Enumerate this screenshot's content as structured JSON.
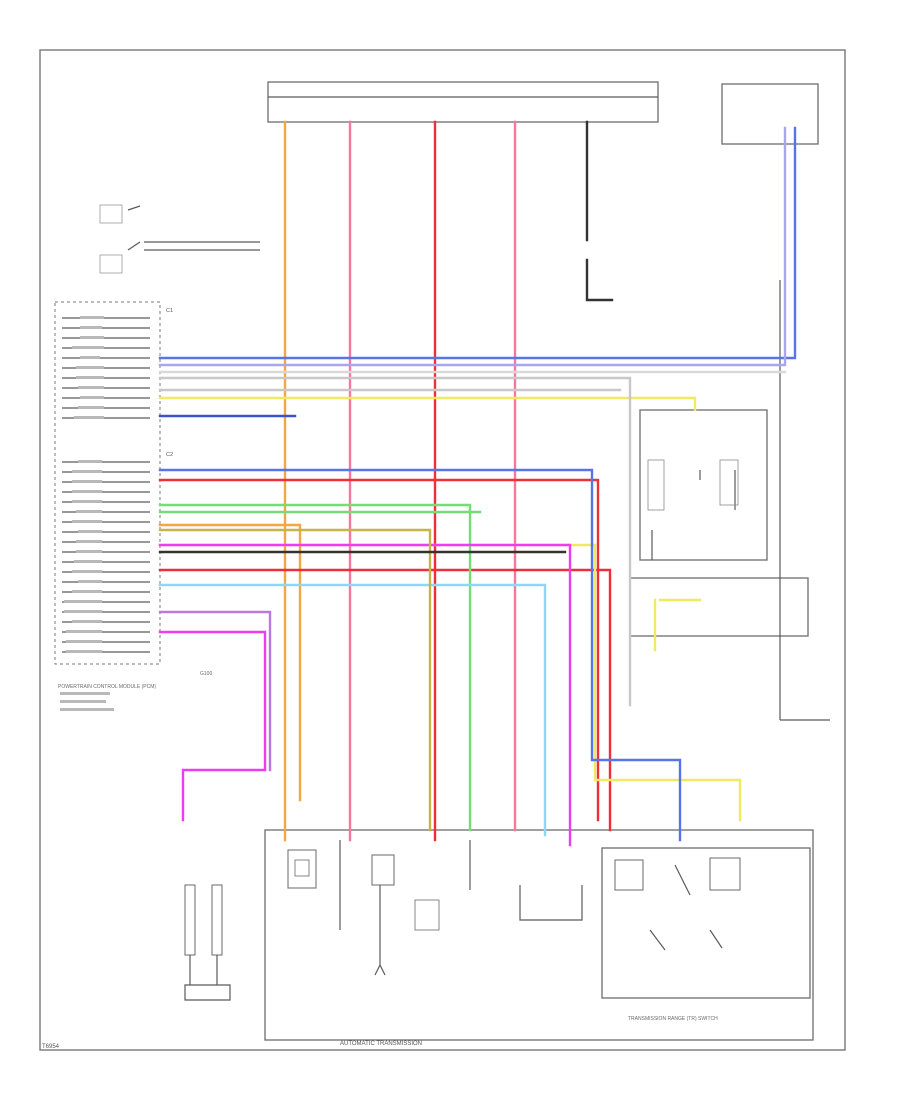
{
  "diagram": {
    "connector_pin_labels": {
      "c1": "C1",
      "c2": "C2"
    },
    "module_labels": {
      "powertrain_module": "POWERTRAIN CONTROL MODULE (PCM)",
      "transmission": "AUTOMATIC TRANSMISSION",
      "range_switch": "TRANSMISSION RANGE (TR) SWITCH",
      "g_label": "G100"
    },
    "corner_code": "T6954"
  },
  "colors": {
    "orange": "#f5a640",
    "pink": "#f5799c",
    "red": "#ee2f3a",
    "yellow": "#f0ea62",
    "blue": "#5874e6",
    "green": "#77dc77",
    "magenta": "#f03cf0",
    "lightblue": "#8fd6f0",
    "olive": "#c4b44e",
    "violet": "#b97ae0",
    "lightgray": "#c8c8c8"
  }
}
